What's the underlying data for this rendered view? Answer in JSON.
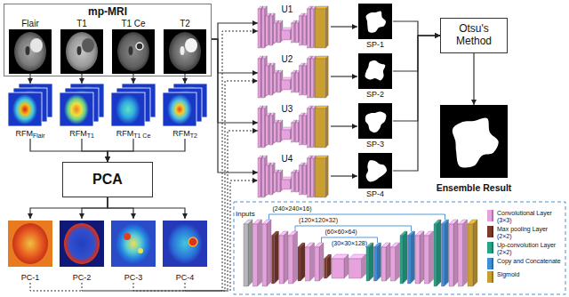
{
  "diagram": {
    "nodes": [
      {
        "text": [
          "mp-MRI"
        ]
      },
      {
        "text": [
          "Flair"
        ],
        "in": 0
      },
      {
        "text": [
          "T1"
        ],
        "in": 0
      },
      {
        "text": [
          "T1 Ce"
        ],
        "in": 0
      },
      {
        "text": [
          "T2"
        ],
        "in": 0
      },
      {
        "text": [
          "RFM",
          "Flair"
        ]
      },
      {
        "text": [
          "RFM",
          "T1"
        ]
      },
      {
        "text": [
          "RFM",
          "T1 Ce"
        ]
      },
      {
        "text": [
          "RFM",
          "T2"
        ]
      },
      {
        "text": [
          "PCA"
        ]
      },
      {
        "text": [
          "PC-1"
        ]
      },
      {
        "text": [
          "PC-2"
        ]
      },
      {
        "text": [
          "PC-3"
        ]
      },
      {
        "text": [
          "PC-4"
        ]
      },
      {
        "text": [
          "U1"
        ]
      },
      {
        "text": [
          "U2"
        ]
      },
      {
        "text": [
          "U3"
        ]
      },
      {
        "text": [
          "U4"
        ]
      },
      {
        "text": [
          "SP-1"
        ]
      },
      {
        "text": [
          "SP-2"
        ]
      },
      {
        "text": [
          "SP-3"
        ]
      },
      {
        "text": [
          "SP-4"
        ]
      },
      {
        "text": [
          "Otsu's Method"
        ]
      },
      {
        "text": [
          "Ensemble Result"
        ]
      }
    ],
    "edges": [
      {
        "from": 1,
        "to": 5,
        "arrow": "to"
      },
      {
        "from": 2,
        "to": 6,
        "arrow": "to"
      },
      {
        "from": 3,
        "to": 7,
        "arrow": "to"
      },
      {
        "from": 4,
        "to": 8,
        "arrow": "to"
      },
      {
        "from": 5,
        "to": 9,
        "arrow": "to"
      },
      {
        "from": 6,
        "to": 9,
        "arrow": "to"
      },
      {
        "from": 7,
        "to": 9,
        "arrow": "to"
      },
      {
        "from": 8,
        "to": 9,
        "arrow": "to"
      },
      {
        "from": 9,
        "to": 10,
        "arrow": "to"
      },
      {
        "from": 9,
        "to": 11,
        "arrow": "to"
      },
      {
        "from": 9,
        "to": 12,
        "arrow": "to"
      },
      {
        "from": 9,
        "to": 13,
        "arrow": "to"
      },
      {
        "from": 0,
        "to": 14,
        "arrow": "to"
      },
      {
        "from": 0,
        "to": 15,
        "arrow": "to"
      },
      {
        "from": 0,
        "to": 16,
        "arrow": "to"
      },
      {
        "from": 0,
        "to": 17,
        "arrow": "to"
      },
      {
        "from": 10,
        "to": 14,
        "arrow": "to"
      },
      {
        "from": 11,
        "to": 15,
        "arrow": "to"
      },
      {
        "from": 12,
        "to": 16,
        "arrow": "to"
      },
      {
        "from": 13,
        "to": 17,
        "arrow": "to"
      },
      {
        "from": 14,
        "to": 18,
        "arrow": "to"
      },
      {
        "from": 15,
        "to": 19,
        "arrow": "to"
      },
      {
        "from": 16,
        "to": 20,
        "arrow": "to"
      },
      {
        "from": 17,
        "to": 21,
        "arrow": "to"
      },
      {
        "from": 18,
        "to": 22,
        "arrow": "to"
      },
      {
        "from": 19,
        "to": 22,
        "arrow": "to"
      },
      {
        "from": 20,
        "to": 22,
        "arrow": "to"
      },
      {
        "from": 21,
        "to": 22,
        "arrow": "to"
      },
      {
        "from": 22,
        "to": 23,
        "arrow": "to"
      }
    ],
    "labels": [
      "Inputs",
      "(240×240×16)",
      "(120×120×32)",
      "(60×60×64)",
      "(30×30×128)"
    ],
    "legend": [
      {
        "text": "Convolutional Layer (3×3)",
        "color": "#e6a2dc"
      },
      {
        "text": "Max pooling Layer (2×2)",
        "color": "#7b3a2a"
      },
      {
        "text": "Up-convolution Layer (2×2)",
        "color": "#27a386"
      },
      {
        "text": "Copy and Concatenate",
        "color": "#3e8ed6"
      },
      {
        "text": "Sigmoid",
        "color": "#c9a030"
      }
    ]
  }
}
